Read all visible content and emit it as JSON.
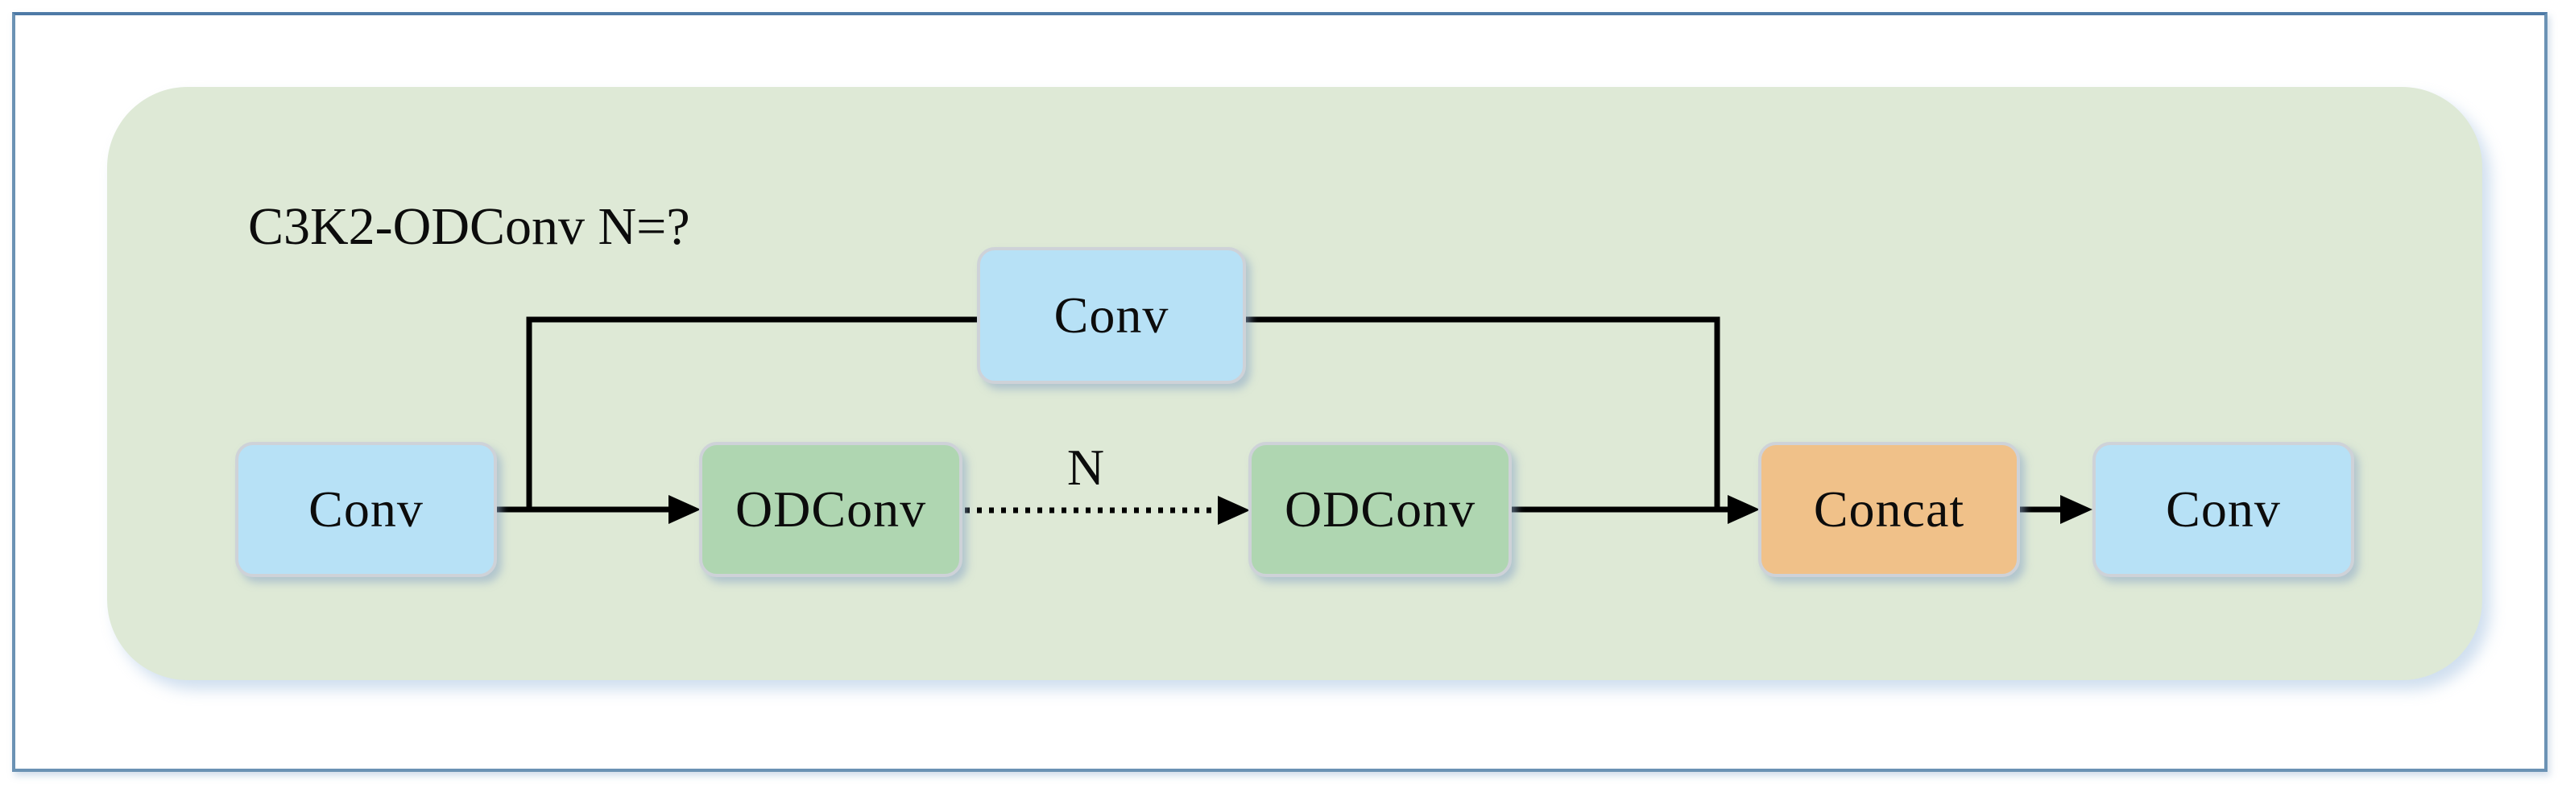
{
  "diagram": {
    "title": "C3K2-ODConv N=?",
    "repeat_label": "N",
    "nodes": [
      {
        "id": "conv-input",
        "label": "Conv",
        "type": "conv"
      },
      {
        "id": "odconv-1",
        "label": "ODConv",
        "type": "odconv"
      },
      {
        "id": "odconv-2",
        "label": "ODConv",
        "type": "odconv"
      },
      {
        "id": "concat",
        "label": "Concat",
        "type": "concat"
      },
      {
        "id": "conv-output",
        "label": "Conv",
        "type": "conv"
      },
      {
        "id": "conv-shortcut",
        "label": "Conv",
        "type": "conv"
      }
    ],
    "edges": [
      {
        "from": "conv-input",
        "to": "odconv-1",
        "style": "solid"
      },
      {
        "from": "odconv-1",
        "to": "odconv-2",
        "style": "dotted",
        "label": "N"
      },
      {
        "from": "odconv-2",
        "to": "concat",
        "style": "solid"
      },
      {
        "from": "conv-input",
        "to": "conv-shortcut",
        "style": "solid"
      },
      {
        "from": "conv-shortcut",
        "to": "concat",
        "style": "solid"
      },
      {
        "from": "concat",
        "to": "conv-output",
        "style": "solid"
      }
    ],
    "colors": {
      "panel_fill": "#dee9d6",
      "conv_fill": "#b7e1f6",
      "odconv_fill": "#afd6b1",
      "concat_fill": "#f0c189",
      "box_border": "#ced2d8",
      "frame_border": "#6b92b4",
      "frame_border_dark": "#4e7aa6",
      "line_color": "#000000"
    }
  }
}
